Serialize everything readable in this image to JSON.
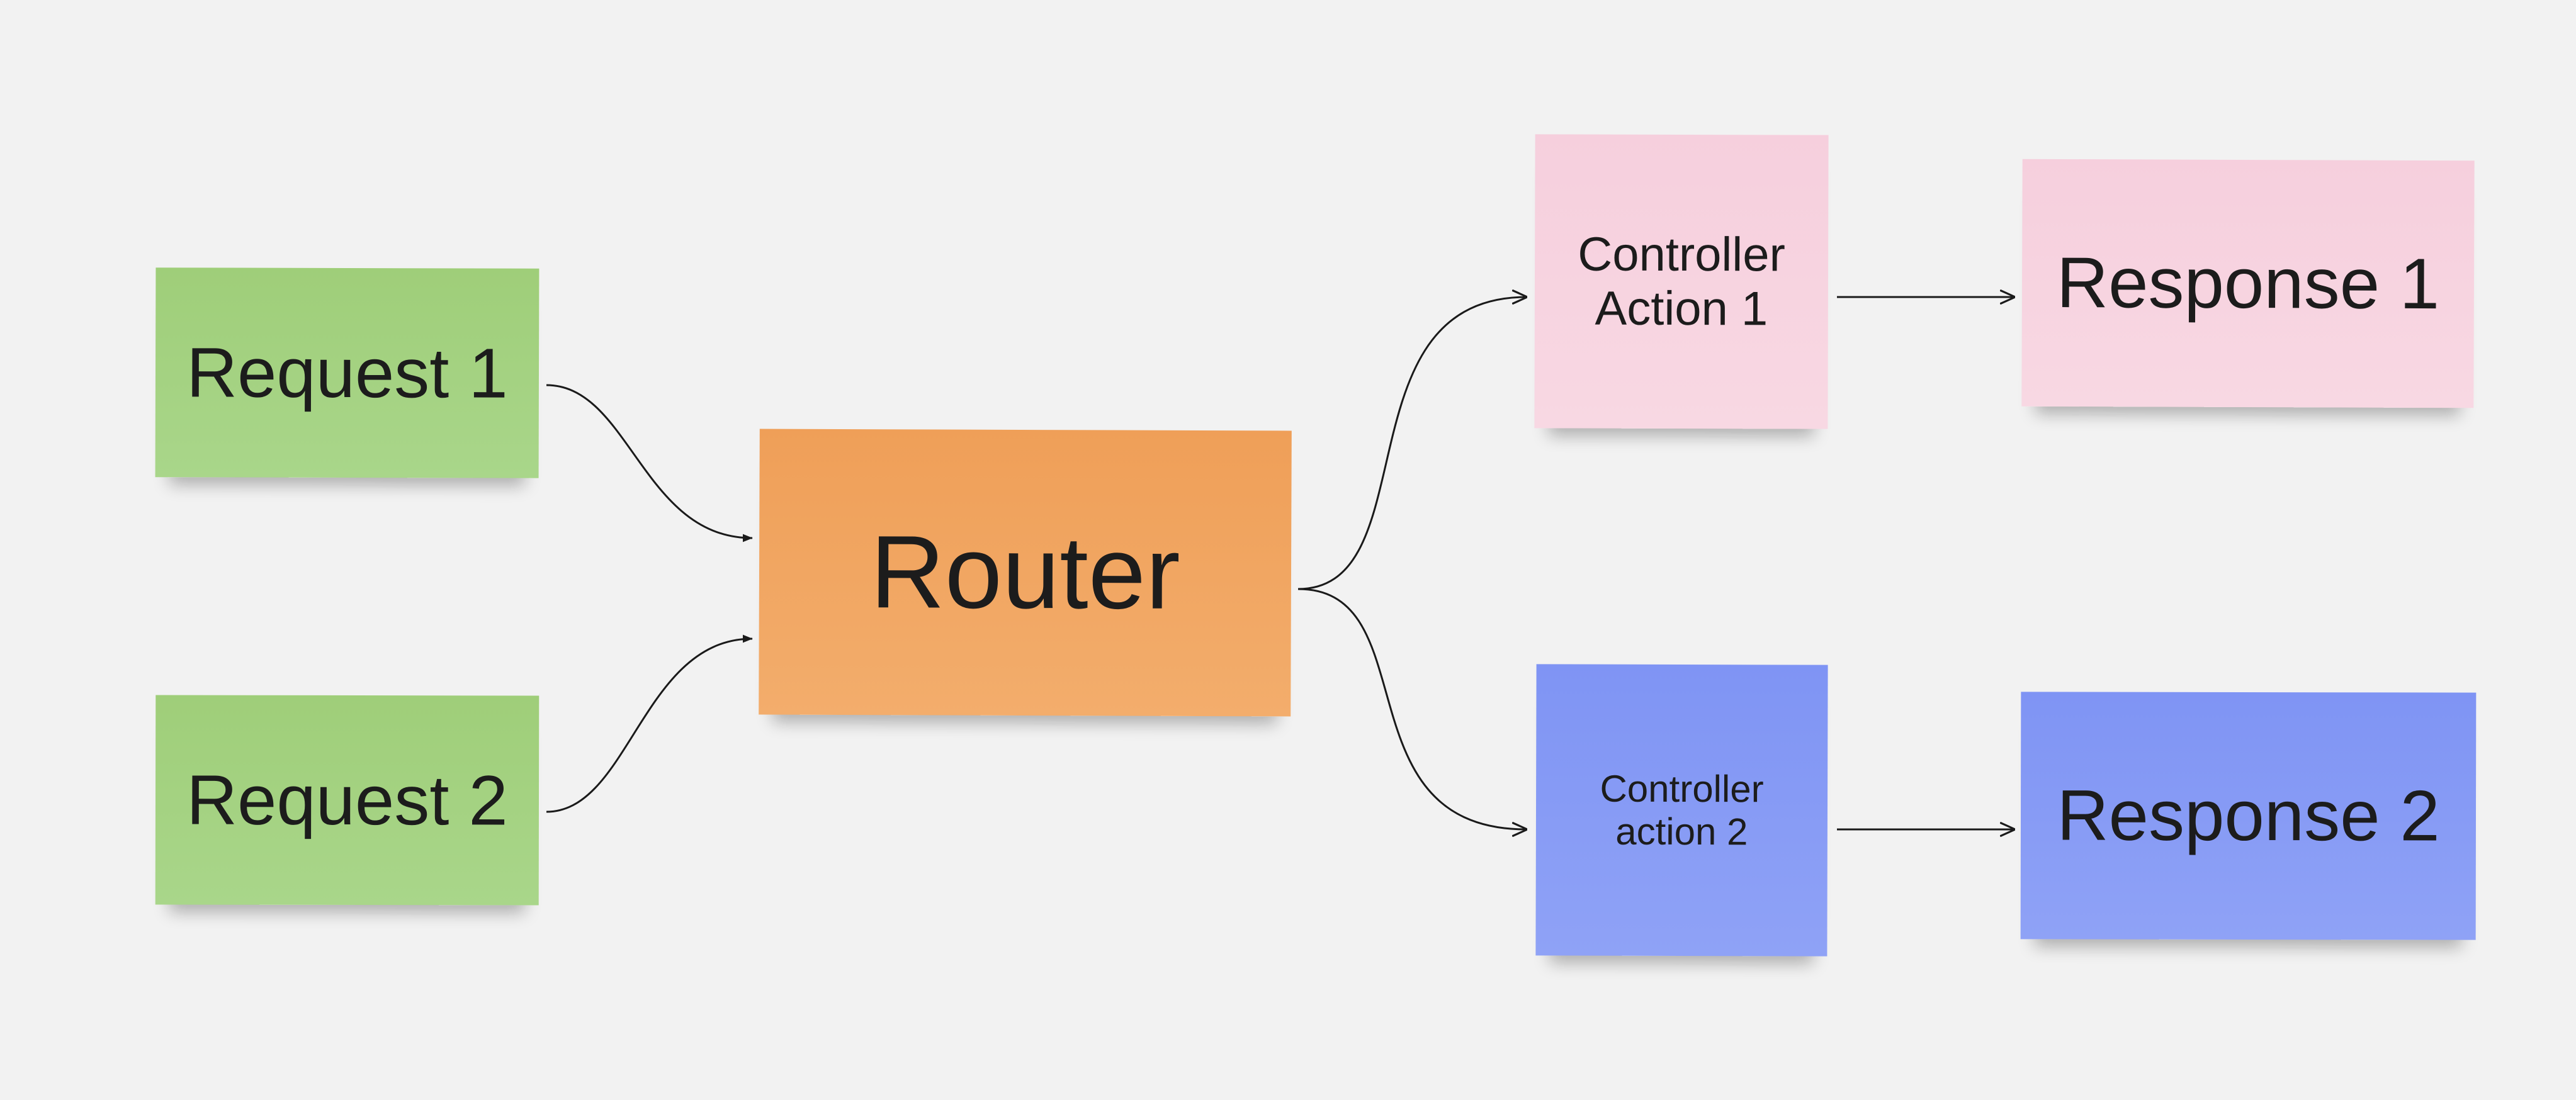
{
  "diagram": {
    "background": "#f2f2f2",
    "nodes": [
      {
        "id": "request_1",
        "label": "Request 1",
        "color_top": "#9fce79",
        "color_bottom": "#a9d68a"
      },
      {
        "id": "request_2",
        "label": "Request 2",
        "color_top": "#9fce79",
        "color_bottom": "#a9d68a"
      },
      {
        "id": "router",
        "label": "Router",
        "color_top": "#ef9f58",
        "color_bottom": "#f3ad6c"
      },
      {
        "id": "controller_action_1",
        "label": "Controller\nAction 1",
        "color_top": "#f6cfdd",
        "color_bottom": "#f8d8e3"
      },
      {
        "id": "controller_action_2",
        "label": "Controller\naction 2",
        "color_top": "#7f94f4",
        "color_bottom": "#8fa2f6"
      },
      {
        "id": "response_1",
        "label": "Response 1",
        "color_top": "#f6cfdd",
        "color_bottom": "#f8d8e3"
      },
      {
        "id": "response_2",
        "label": "Response 2",
        "color_top": "#7f94f4",
        "color_bottom": "#8fa2f6"
      }
    ],
    "edges": [
      {
        "from": "request_1",
        "to": "router"
      },
      {
        "from": "request_2",
        "to": "router"
      },
      {
        "from": "router",
        "to": "controller_action_1"
      },
      {
        "from": "router",
        "to": "controller_action_2"
      },
      {
        "from": "controller_action_1",
        "to": "response_1"
      },
      {
        "from": "controller_action_2",
        "to": "response_2"
      }
    ]
  }
}
